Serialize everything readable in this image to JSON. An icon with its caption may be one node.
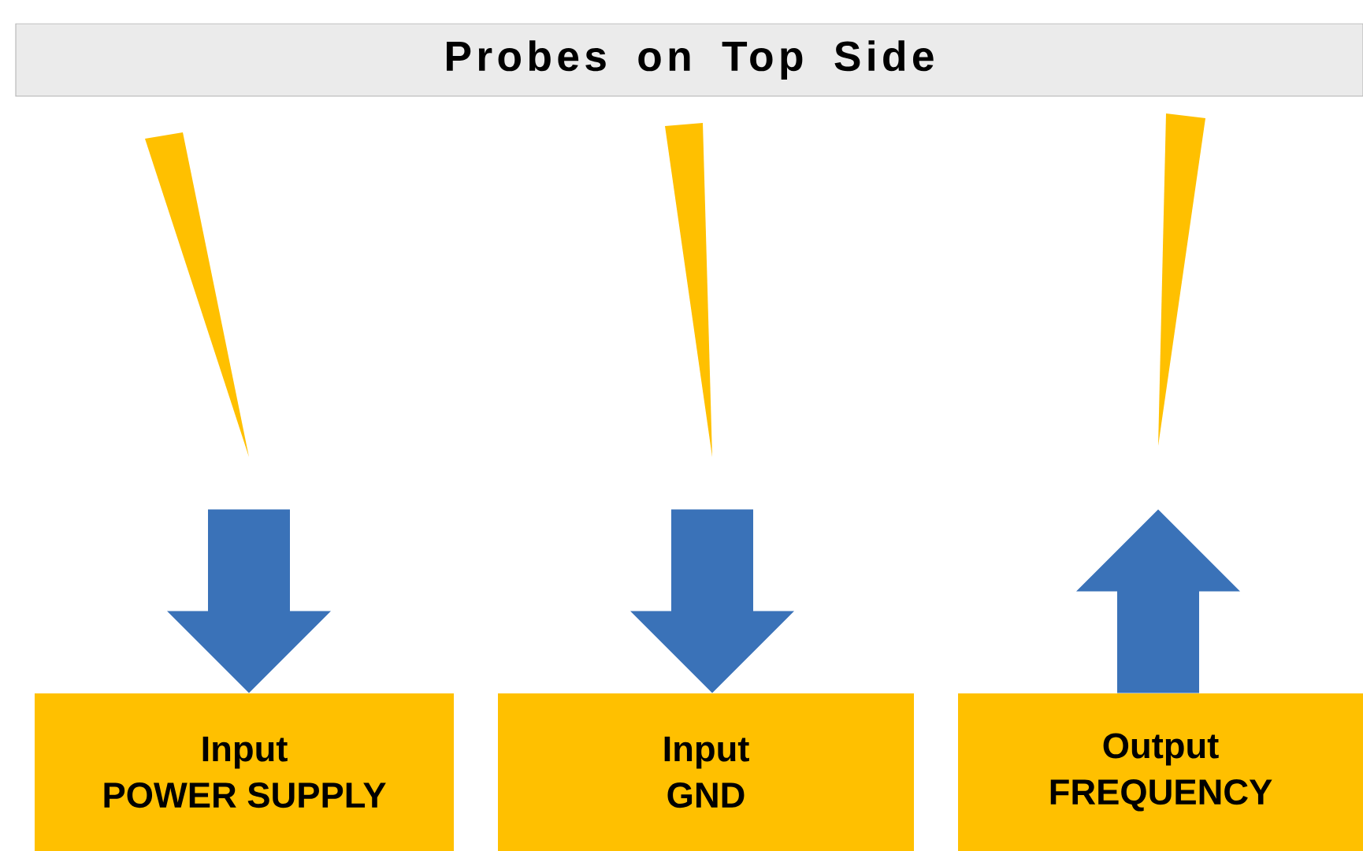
{
  "diagram": {
    "title": "Probes on Top Side",
    "nodes": [
      {
        "text": [],
        "shape": "needle"
      },
      {
        "text": [],
        "shape": "needle"
      },
      {
        "text": [],
        "shape": "needle"
      },
      {
        "text": [
          "Input",
          "POWER SUPPLY"
        ]
      },
      {
        "text": [
          "Input",
          "GND"
        ]
      },
      {
        "text": [
          "Output",
          "FREQUENCY"
        ]
      }
    ],
    "edges": [
      {
        "from": 0,
        "to": 3,
        "arrow": "to"
      },
      {
        "from": 1,
        "to": 4,
        "arrow": "to"
      },
      {
        "from": 5,
        "to": 2,
        "arrow": "to"
      }
    ]
  }
}
